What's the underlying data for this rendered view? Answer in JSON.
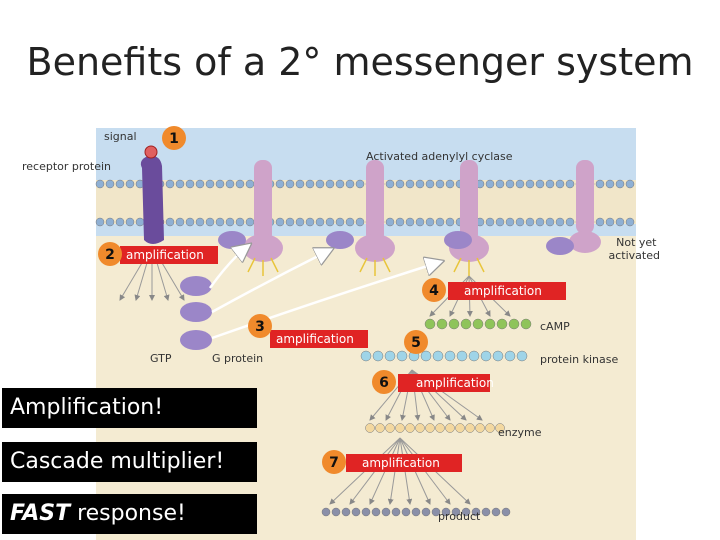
{
  "slide": {
    "title": "Benefits of a 2° messenger system"
  },
  "diagram": {
    "labels": {
      "signal": "signal",
      "receptor": "receptor protein",
      "adenylyl": "Activated adenylyl cyclase",
      "not_yet": [
        "Not yet",
        "activated"
      ],
      "camp": "cAMP",
      "gtp": "GTP",
      "g_protein": "G protein",
      "protein_kinase": "protein kinase",
      "enzyme": "enzyme",
      "product": "product"
    },
    "amplification_label": "amplification",
    "steps": [
      "1",
      "2",
      "3",
      "4",
      "5",
      "6",
      "7"
    ]
  },
  "callouts": {
    "amplification": "Amplification!",
    "cascade": "Cascade multiplier!",
    "fast_em": "FAST",
    "fast_rest": " response!"
  },
  "colors": {
    "membrane_bg": "#c7ddf0",
    "cytoplasm_bg": "#f4ebd2",
    "receptor": "#6a4c9c",
    "adenylyl": "#cfa3c9",
    "g_protein": "#9b86c8",
    "number_circle": "#f08a2c",
    "amp_box": "#e02424",
    "camp": "#8fc45a",
    "kinase": "#9fd4e8",
    "enzyme": "#f3d8a0",
    "product": "#8a8fa8"
  }
}
